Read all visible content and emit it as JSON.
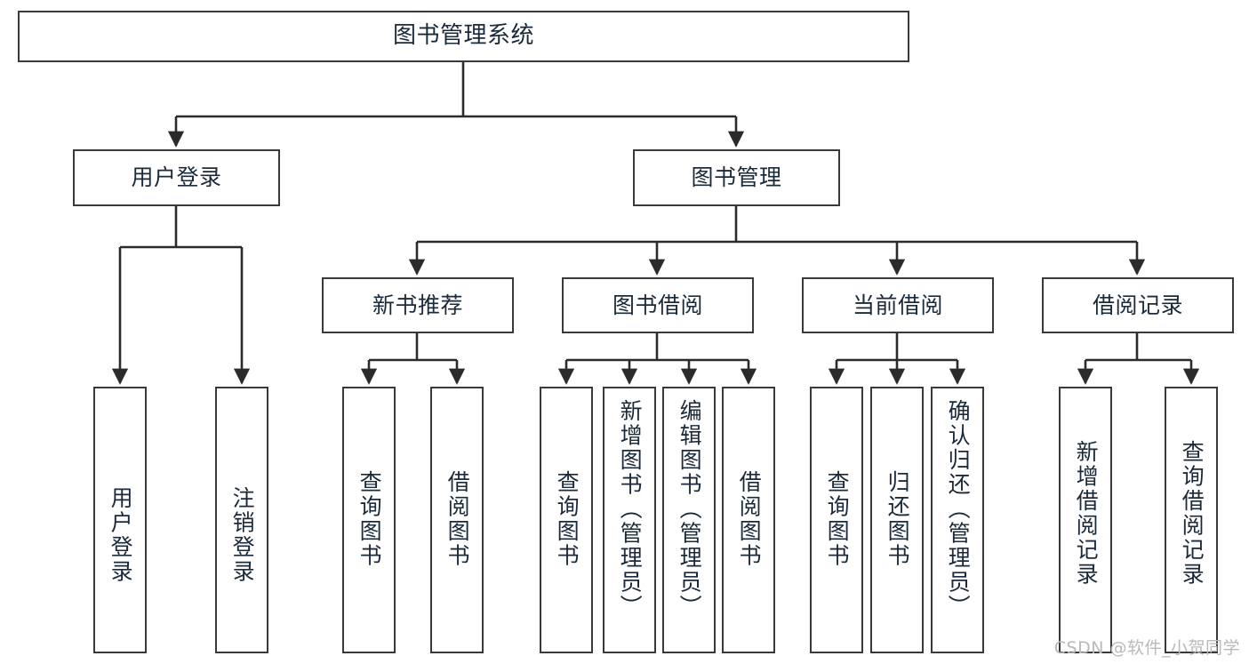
{
  "diagram": {
    "type": "tree",
    "title": "图书管理系统",
    "style": {
      "box_border_color": "#3a3a3a",
      "box_fill_color": "#ffffff",
      "text_color": "#1b2a3a",
      "edge_color": "#2b2b2b",
      "background": "#ffffff"
    },
    "root": {
      "id": "root",
      "label": "图书管理系统"
    },
    "level2": [
      {
        "id": "user-login",
        "label": "用户登录"
      },
      {
        "id": "book-manage",
        "label": "图书管理"
      }
    ],
    "level3": [
      {
        "id": "new-book-recommend",
        "label": "新书推荐",
        "parent": "book-manage"
      },
      {
        "id": "book-borrow",
        "label": "图书借阅",
        "parent": "book-manage"
      },
      {
        "id": "current-borrow",
        "label": "当前借阅",
        "parent": "book-manage"
      },
      {
        "id": "borrow-record",
        "label": "借阅记录",
        "parent": "book-manage"
      }
    ],
    "leaves": [
      {
        "id": "leaf-user-login",
        "label": "用户登录",
        "parent": "user-login"
      },
      {
        "id": "leaf-logout",
        "label": "注销登录",
        "parent": "user-login"
      },
      {
        "id": "leaf-query-book-1",
        "label": "查询图书",
        "parent": "new-book-recommend"
      },
      {
        "id": "leaf-borrow-book-1",
        "label": "借阅图书",
        "parent": "new-book-recommend"
      },
      {
        "id": "leaf-query-book-2",
        "label": "查询图书",
        "parent": "book-borrow"
      },
      {
        "id": "leaf-add-book",
        "label": "新增图书（管理员）",
        "parent": "book-borrow"
      },
      {
        "id": "leaf-edit-book",
        "label": "编辑图书（管理员）",
        "parent": "book-borrow"
      },
      {
        "id": "leaf-borrow-book-2",
        "label": "借阅图书",
        "parent": "book-borrow"
      },
      {
        "id": "leaf-query-book-3",
        "label": "查询图书",
        "parent": "current-borrow"
      },
      {
        "id": "leaf-return-book",
        "label": "归还图书",
        "parent": "current-borrow"
      },
      {
        "id": "leaf-confirm-return",
        "label": "确认归还（管理员）",
        "parent": "current-borrow"
      },
      {
        "id": "leaf-add-record",
        "label": "新增借阅记录",
        "parent": "borrow-record"
      },
      {
        "id": "leaf-query-record",
        "label": "查询借阅记录",
        "parent": "borrow-record"
      }
    ]
  },
  "watermark": {
    "text": "CSDN @软件_小贺同学"
  }
}
